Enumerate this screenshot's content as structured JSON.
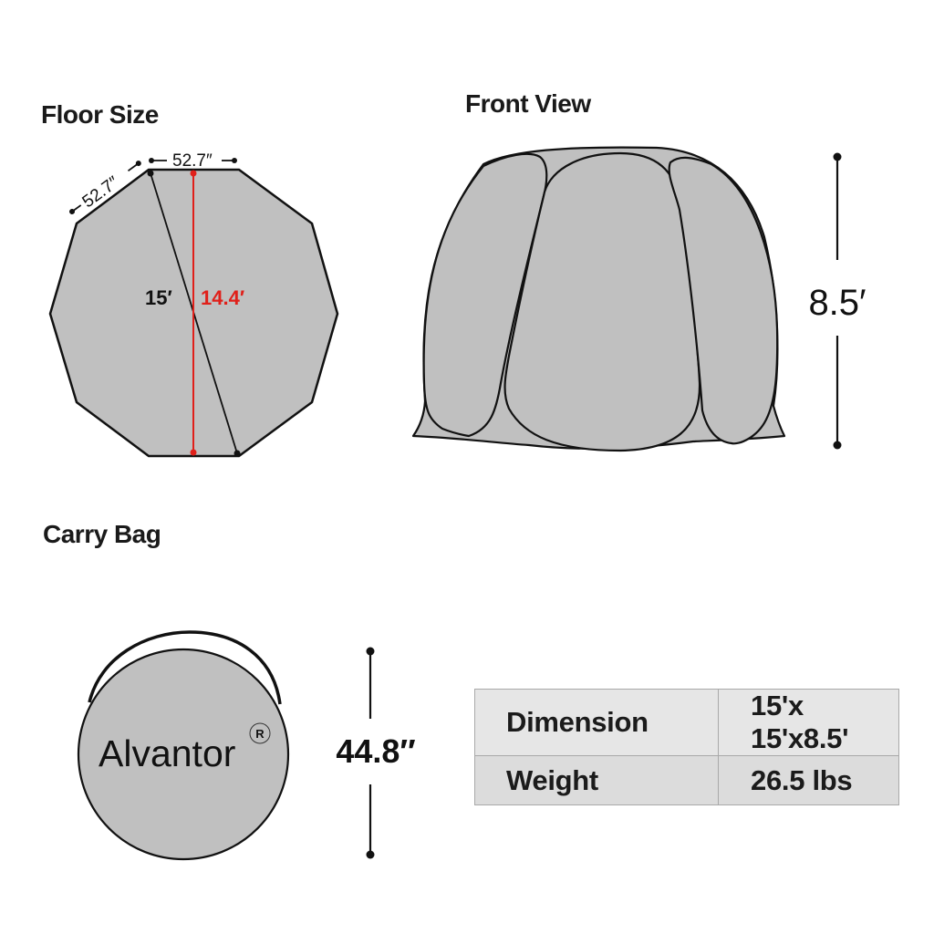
{
  "sections": {
    "floor_size": {
      "title": "Floor Size",
      "side_length_top": "52.7″",
      "side_length_diagonal": "52.7″",
      "diagonal_corner_to_corner": "15′",
      "flat_to_flat": "14.4′",
      "shape": "decagon"
    },
    "front_view": {
      "title": "Front View",
      "height": "8.5′"
    },
    "carry_bag": {
      "title": "Carry Bag",
      "brand": "Alvantor",
      "registered_mark": "R",
      "length": "44.8′′"
    }
  },
  "specs_table": {
    "rows": [
      {
        "label": "Dimension",
        "value": "15'x 15'x8.5'"
      },
      {
        "label": "Weight",
        "value": "26.5 lbs"
      }
    ]
  },
  "colors": {
    "fill_gray": "#c0c0c0",
    "outline": "#111111",
    "accent_red": "#e0201a",
    "table_row_1": "#e6e6e6",
    "table_row_2": "#dcdcdc",
    "table_border": "#a9a9a9"
  }
}
